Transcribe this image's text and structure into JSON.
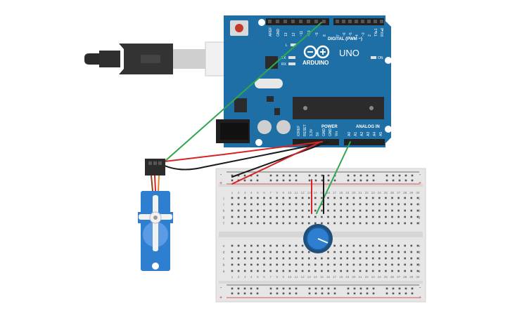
{
  "arduino": {
    "logo_text": "ARDUINO",
    "model": "UNO",
    "digital_label": "DIGITAL (PWM ~)",
    "power_label": "POWER",
    "analog_label": "ANALOG IN",
    "l_label": "L",
    "tx_label": "TX",
    "rx_label": "RX",
    "on_label": "ON",
    "top_header_left": [
      "AREF",
      "GND",
      "13",
      "12",
      "~11",
      "~10",
      "~9",
      "8"
    ],
    "top_header_right": [
      "7",
      "~6",
      "~5",
      "4",
      "~3",
      "2",
      "TX▸1",
      "RX◂0"
    ],
    "power_pins": [
      "IOREF",
      "RESET",
      "3.3V",
      "5V",
      "GND",
      "GND",
      "Vin"
    ],
    "analog_pins": [
      "A0",
      "A1",
      "A2",
      "A3",
      "A4",
      "A5"
    ]
  },
  "breadboard": {
    "column_numbers": [
      "1",
      "2",
      "3",
      "4",
      "5",
      "6",
      "7",
      "8",
      "9",
      "10",
      "11",
      "12",
      "13",
      "14",
      "15",
      "16",
      "17",
      "18",
      "19",
      "20",
      "21",
      "22",
      "23",
      "24",
      "25",
      "26",
      "27",
      "28",
      "29",
      "30"
    ],
    "upper_row_letters": [
      "j",
      "i",
      "h",
      "g",
      "f"
    ],
    "lower_row_letters": [
      "e",
      "d",
      "c",
      "b",
      "a"
    ],
    "minus_sign": "-",
    "plus_sign": "+"
  },
  "colors": {
    "board_blue": "#1d6fa5",
    "wire_green": "#2fa84f",
    "wire_red": "#d62424",
    "wire_black": "#1a1a1a",
    "servo_blue": "#2f7fd0",
    "breadboard": "#e6e6e6"
  },
  "icons": [
    "usb-cable-icon",
    "servo-motor-icon",
    "potentiometer-icon",
    "reset-button-icon"
  ]
}
